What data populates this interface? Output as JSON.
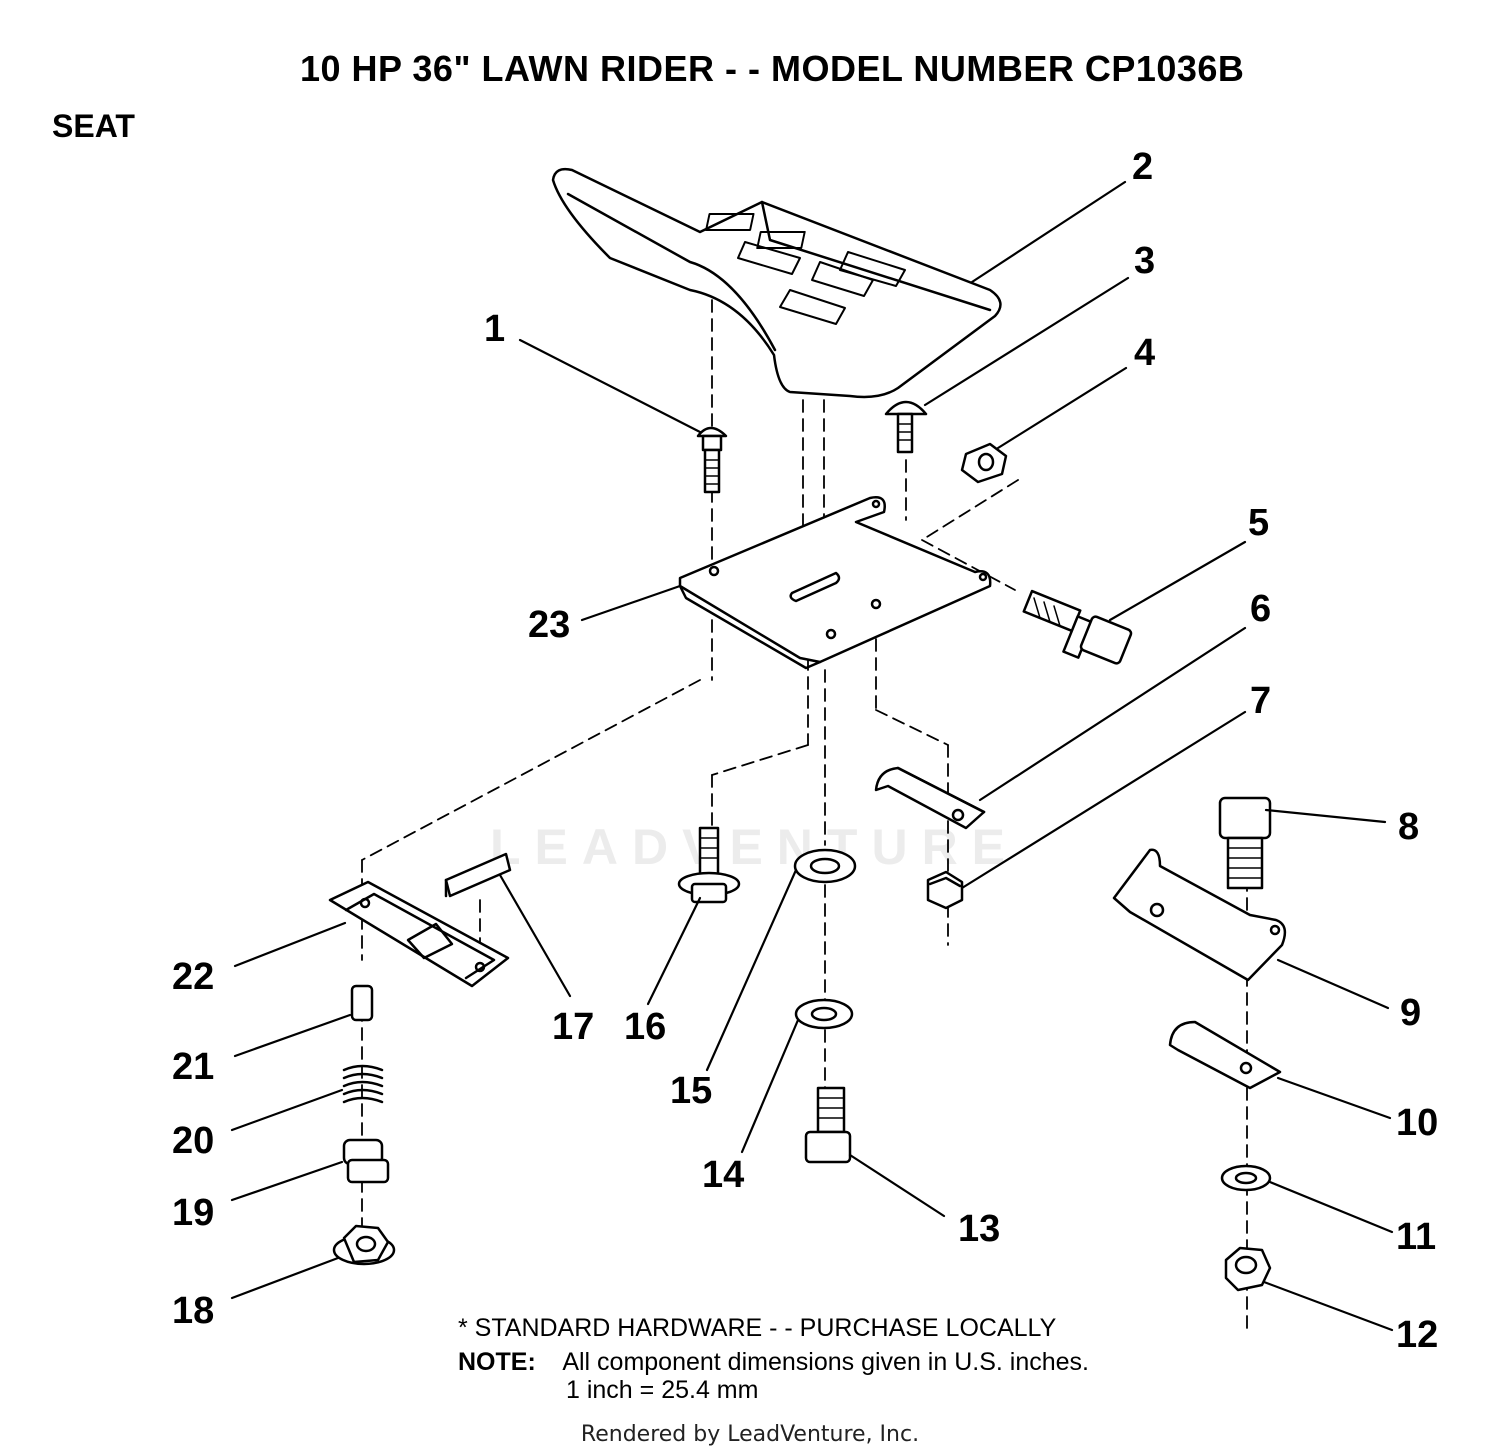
{
  "title": "10 HP 36\" LAWN RIDER - - MODEL NUMBER CP1036B",
  "section": "SEAT",
  "watermark": "LEADVENTURE",
  "callouts": [
    "1",
    "2",
    "3",
    "4",
    "5",
    "6",
    "7",
    "8",
    "9",
    "10",
    "11",
    "12",
    "13",
    "14",
    "15",
    "16",
    "17",
    "18",
    "19",
    "20",
    "21",
    "22",
    "23"
  ],
  "notes": {
    "standard_hardware": "* STANDARD HARDWARE - - PURCHASE LOCALLY",
    "note_label": "NOTE:",
    "note_text": "All component dimensions given in U.S. inches.",
    "conversion": "1 inch = 25.4 mm"
  },
  "footer": "Rendered by LeadVenture, Inc."
}
